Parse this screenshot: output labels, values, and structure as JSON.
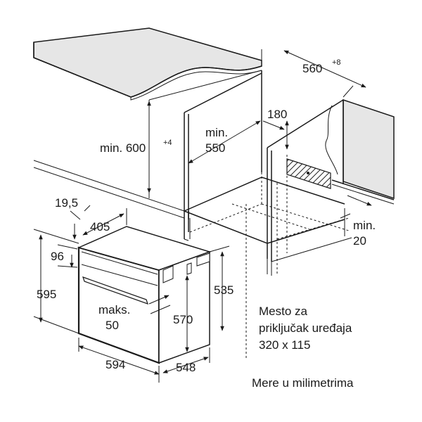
{
  "dimensions": {
    "width_niche": "560",
    "width_niche_tol": "+8",
    "height_niche_min": "min. 600",
    "height_niche_tol": "+4",
    "depth_min_1": "min.",
    "depth_min_2": "550",
    "vent_gap": "180",
    "back_gap_1": "min.",
    "back_gap_2": "20",
    "d19_5": "19,5",
    "d405": "405",
    "d96": "96",
    "d595": "595",
    "d535": "535",
    "d570": "570",
    "d594": "594",
    "d548": "548",
    "maks_1": "maks.",
    "maks_2": "50"
  },
  "notes": {
    "socket_1": "Mesto za",
    "socket_2": "priključak uređaja",
    "socket_3": "320 x 115",
    "units": "Mere u milimetrima"
  },
  "colors": {
    "worktop_fill": "#e6e6e6",
    "line": "#1a1a1a",
    "hatch": "#1a1a1a"
  }
}
